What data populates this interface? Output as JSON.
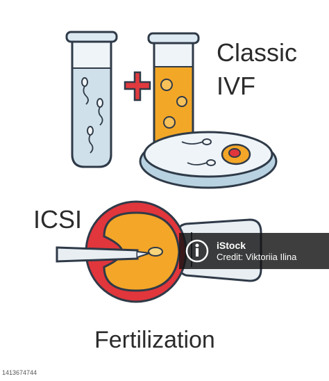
{
  "labels": {
    "classic": "Classic",
    "ivf": "IVF",
    "icsi": "ICSI",
    "caption": "Fertilization"
  },
  "watermark": {
    "brand": "iStock",
    "credit": "Credit: Viktoriia Ilina",
    "image_number": "1413674744"
  },
  "colors": {
    "outline": "#2f3a48",
    "tube_glass": "#dce9f2",
    "tube_liquid_blue": "#cfe0ea",
    "tube_liquid_orange": "#f3a727",
    "plus": "#e03a3e",
    "egg_outer": "#e0363c",
    "egg_yolk": "#f3a628",
    "pipette": "#e8eef2",
    "dish_rim": "#b9d2e1"
  },
  "icons": [
    "test-tube-sperm",
    "plus",
    "test-tube-eggs",
    "petri-dish",
    "egg-cell",
    "micropipette",
    "holding-pipette",
    "istock-logo"
  ]
}
